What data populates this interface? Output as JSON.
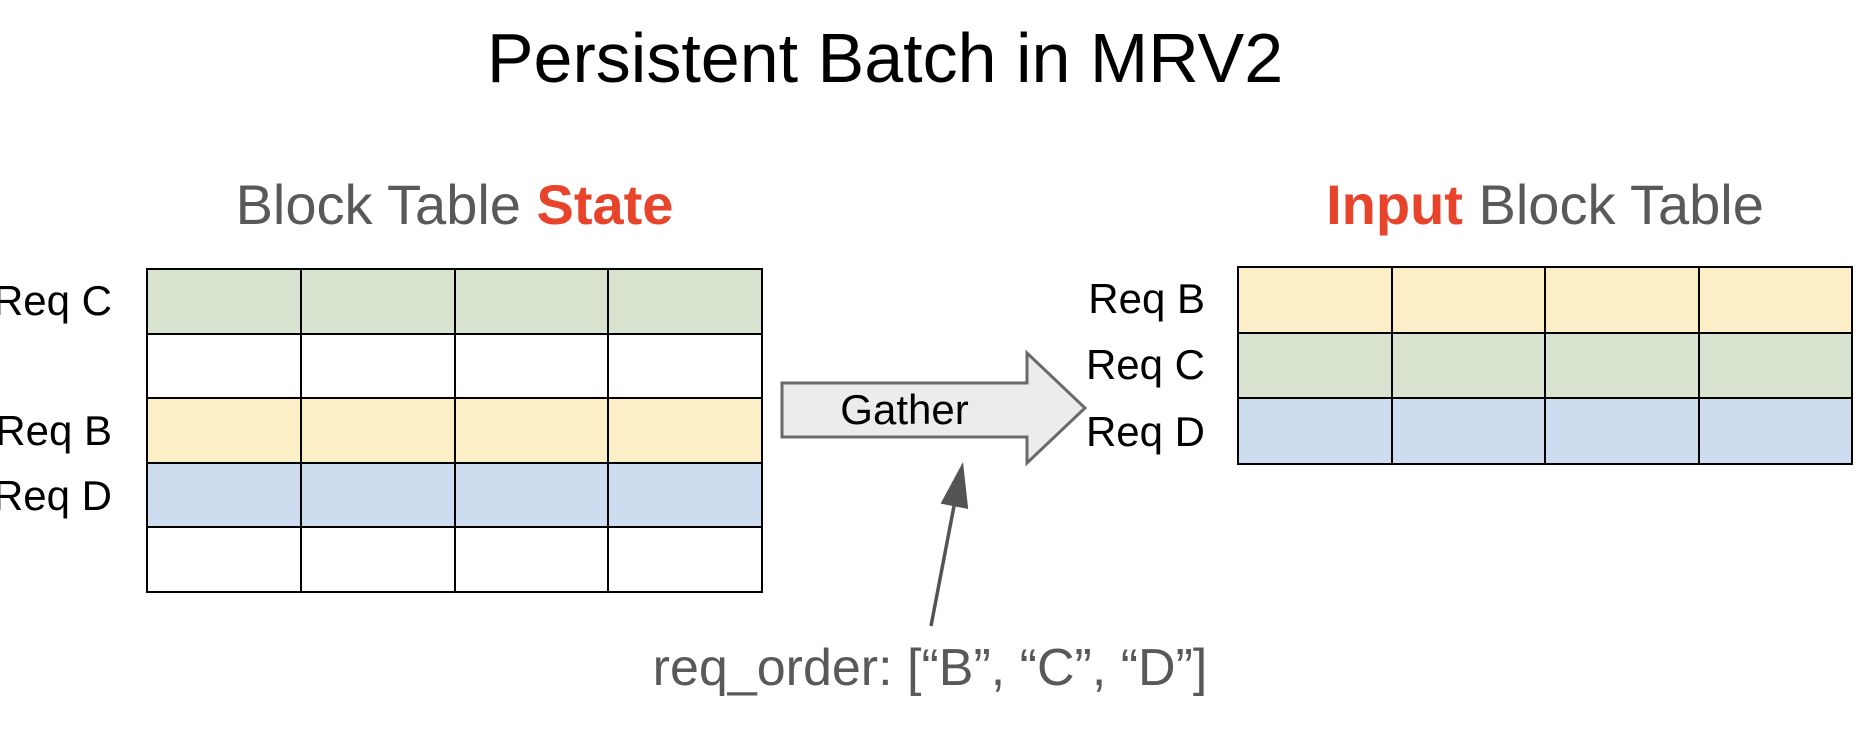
{
  "title": "Persistent Batch in MRV2",
  "colors": {
    "green": "#d8e4d0",
    "yellow": "#fcefc8",
    "blue": "#cdddef",
    "white": "#ffffff",
    "accent_red": "#e8432b",
    "gray_text": "#595959",
    "arrow_fill": "#ececec",
    "arrow_stroke": "#6a6a6a",
    "annotation_gray": "#545454"
  },
  "left_table": {
    "header_prefix": "Block Table ",
    "header_highlight": "State",
    "columns": 4,
    "rows": [
      {
        "label": "Req C",
        "color": "green"
      },
      {
        "label": "",
        "color": "white"
      },
      {
        "label": "Req B",
        "color": "yellow"
      },
      {
        "label": "Req D",
        "color": "blue"
      },
      {
        "label": "",
        "color": "white"
      }
    ]
  },
  "gather": {
    "label": "Gather",
    "icon": "right-block-arrow"
  },
  "right_table": {
    "header_highlight": "Input",
    "header_suffix": " Block Table",
    "columns": 4,
    "rows": [
      {
        "label": "Req B",
        "color": "yellow"
      },
      {
        "label": "Req C",
        "color": "green"
      },
      {
        "label": "Req D",
        "color": "blue"
      }
    ]
  },
  "annotation": {
    "text": "req_order: [“B”, “C”, “D”]",
    "icon": "up-arrow"
  }
}
